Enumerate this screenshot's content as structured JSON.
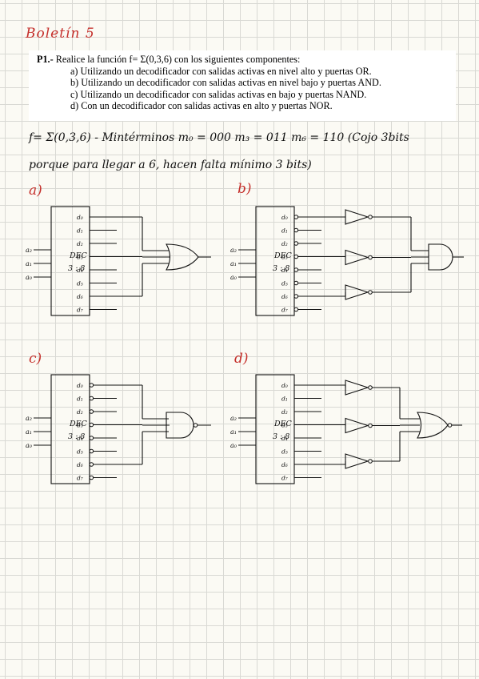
{
  "title": "Boletín 5",
  "problem": {
    "label": "P1.-",
    "statement": "Realice la función f= Σ(0,3,6) con los siguientes componentes:",
    "options": [
      "a) Utilizando un decodificador con salidas activas en nivel alto y puertas OR.",
      "b) Utilizando un decodificador con salidas activas en nivel bajo y puertas AND.",
      "c) Utilizando un decodificador con salidas activas en bajo y puertas NAND.",
      "d) Con un decodificador con salidas activas en alto y puertas NOR."
    ]
  },
  "notes": {
    "line1": "f= Σ(0,3,6)  - Mintérminos  m₀ = 000   m₃ = 011    m₆ = 110  (Cojo 3bits",
    "line2": "porque para llegar a 6, hacen falta mínimo 3 bits)"
  },
  "sections": [
    "a)",
    "b)",
    "c)",
    "d)"
  ],
  "decoder": {
    "label_line1": "DEC",
    "label_line2": "3 : 8",
    "inputs": [
      "a₂",
      "a₁",
      "a₀"
    ],
    "outputs": [
      "d₀",
      "d₁",
      "d₂",
      "d₃",
      "d₄",
      "d₅",
      "d₆",
      "d₇"
    ]
  },
  "colors": {
    "accent": "#c5302c",
    "ink": "#111111",
    "grid": "#d9d9d4"
  }
}
